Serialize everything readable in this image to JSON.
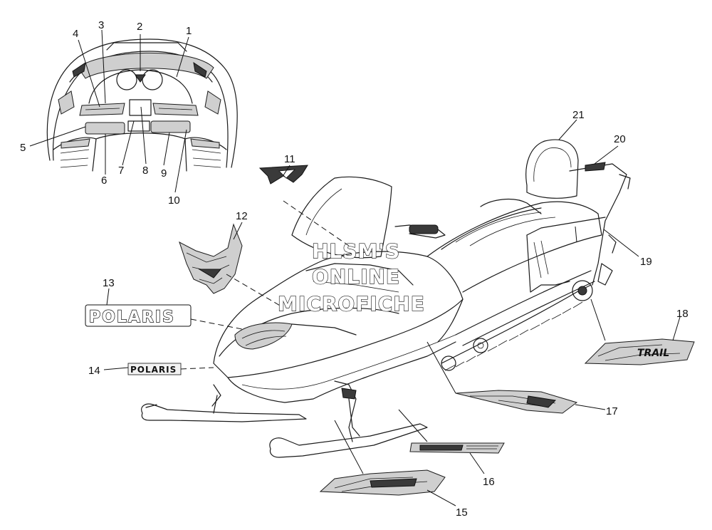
{
  "callouts": {
    "n1": "1",
    "n2": "2",
    "n3": "3",
    "n4": "4",
    "n5": "5",
    "n6": "6",
    "n7": "7",
    "n8": "8",
    "n9": "9",
    "n10": "10",
    "n11": "11",
    "n12": "12",
    "n13": "13",
    "n14": "14",
    "n15": "15",
    "n16": "16",
    "n17": "17",
    "n18": "18",
    "n19": "19",
    "n20": "20",
    "n21": "21"
  },
  "decals": {
    "polaris_large": "POLARIS",
    "polaris_small": "POLARIS",
    "trail_decal": "TRAIL"
  },
  "watermark": {
    "line1": "HLSM'S",
    "line2": "ONLINE",
    "line3": "MICROFICHE"
  }
}
